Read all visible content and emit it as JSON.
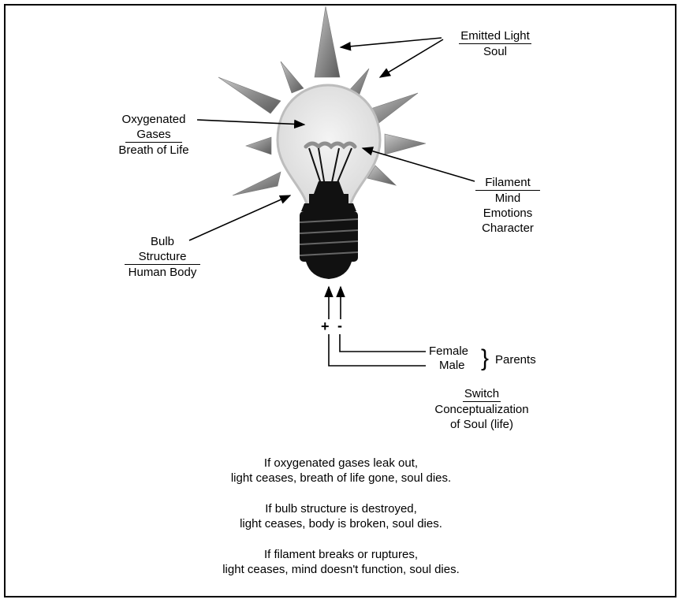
{
  "labels": {
    "emitted_light": {
      "title": "Emitted Light",
      "sub": "Soul"
    },
    "oxygenated": {
      "title_line1": "Oxygenated",
      "title_line2": "Gases",
      "sub": "Breath of Life"
    },
    "filament": {
      "title": "Filament",
      "sub1": "Mind",
      "sub2": "Emotions",
      "sub3": "Character"
    },
    "bulb": {
      "title_line1": "Bulb",
      "title_line2": "Structure",
      "sub": "Human Body"
    },
    "switch": {
      "title": "Switch",
      "sub1": "Conceptualization",
      "sub2": "of Soul (life)"
    }
  },
  "wires": {
    "plus": "+",
    "minus": "-",
    "female": "Female",
    "male": "Male",
    "brace": "}",
    "parents": "Parents"
  },
  "statements": [
    {
      "line1": "If oxygenated gases leak out,",
      "line2": "light ceases, breath of life gone, soul dies."
    },
    {
      "line1": "If bulb structure is destroyed,",
      "line2": "light ceases, body is broken, soul dies."
    },
    {
      "line1": "If filament breaks or ruptures,",
      "line2": "light ceases, mind doesn't function, soul dies."
    }
  ]
}
